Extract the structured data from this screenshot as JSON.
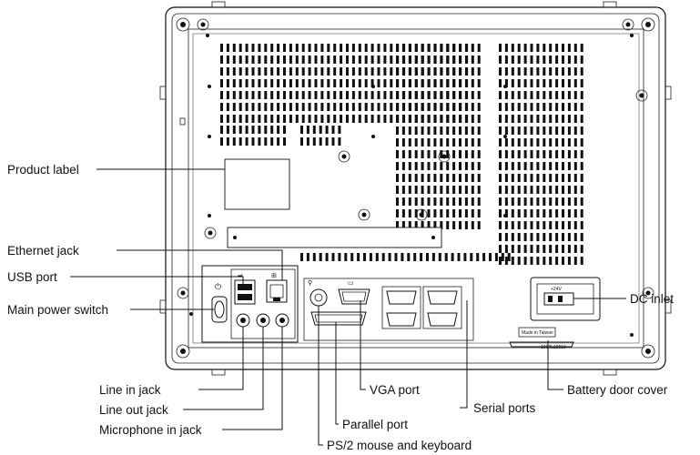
{
  "callouts": {
    "product_label": "Product label",
    "ethernet_jack": "Ethernet jack",
    "usb_port": "USB port",
    "main_power_switch": "Main power switch",
    "line_in_jack": "Line in jack",
    "line_out_jack": "Line out jack",
    "microphone_in_jack": "Microphone in jack",
    "vga_port": "VGA port",
    "serial_ports": "Serial ports",
    "parallel_port": "Parallel port",
    "ps2_mouse_keyboard": "PS/2 mouse and keyboard",
    "dc_inlet": "DC inlet",
    "battery_door_cover": "Battery door cover"
  },
  "panel_marks": {
    "made_in": "Made in Taiwan",
    "part_code": "1067L12010",
    "dc_rating": "+24V"
  },
  "icons": {
    "usb": "usb-icon",
    "ethernet": "ethernet-icon",
    "power": "power-icon",
    "vga": "monitor-icon"
  }
}
